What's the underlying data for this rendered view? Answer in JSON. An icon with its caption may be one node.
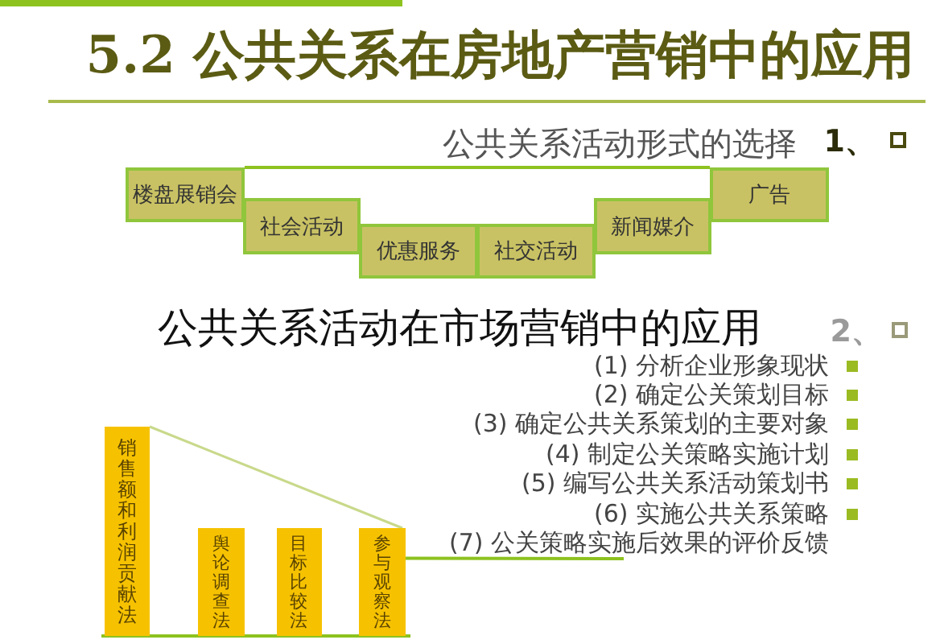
{
  "diagram": {
    "title": "5.2 公共关系在房地产营销中的应用",
    "caption": "公共关系活动在市场营销中的应用",
    "nodes": [
      {
        "text": [
          "楼盘展销会"
        ]
      },
      {
        "text": [
          "社会活动"
        ]
      },
      {
        "text": [
          "优惠服务"
        ]
      },
      {
        "text": [
          "社交活动"
        ]
      },
      {
        "text": [
          "新闻媒介"
        ]
      },
      {
        "text": [
          "广告"
        ]
      },
      {
        "text": [
          "销售额和利润贡献法"
        ]
      },
      {
        "text": [
          "舆论调查法"
        ]
      },
      {
        "text": [
          "目标比较法"
        ]
      },
      {
        "text": [
          "参与观察法"
        ]
      },
      {
        "text": [
          "(7) 公关策略实施后效果的评价反馈"
        ]
      }
    ],
    "edges": [
      {
        "from": 0,
        "to": 5,
        "arrow": "none"
      },
      {
        "from": 6,
        "to": 9,
        "arrow": "none",
        "color": "#c8d98a"
      },
      {
        "from": 9,
        "to": 10,
        "arrow": "none"
      }
    ],
    "labels": [
      "1、",
      "公共关系活动形式的选择",
      "2、",
      "(1) 分析企业形象现状",
      "(2) 确定公关策划目标",
      "(3) 确定公共关系策划的主要对象",
      "(4) 制定公关策略实施计划",
      "(5) 编写公共关系活动策划书",
      "(6) 实施公共关系策略"
    ]
  }
}
